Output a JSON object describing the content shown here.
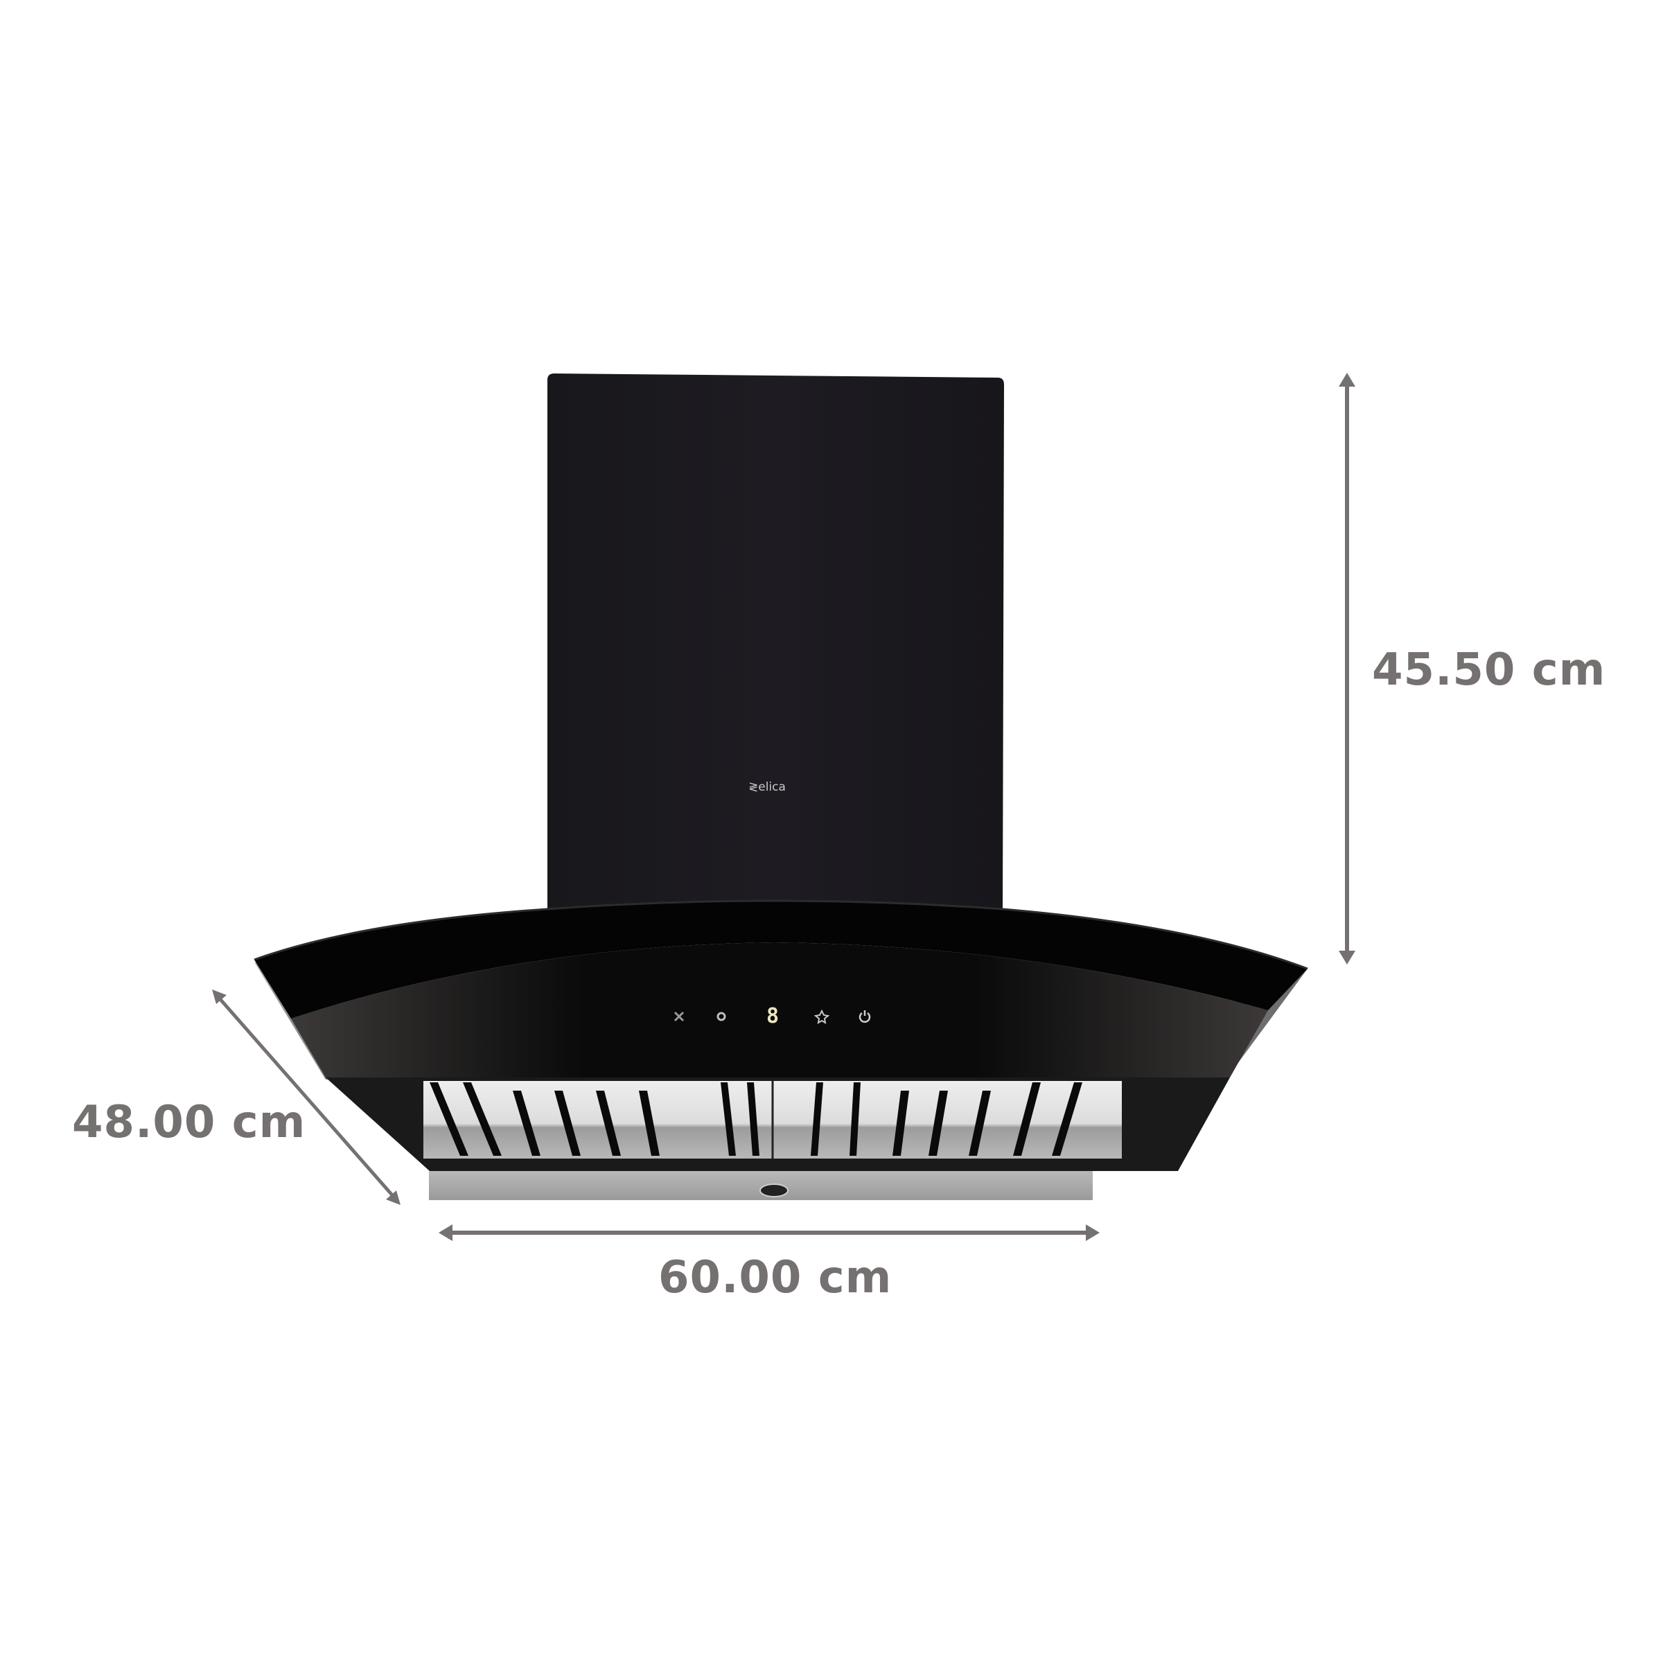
{
  "product": {
    "name": "Chimney kitchen hood",
    "brand_logo": "elica",
    "colors": {
      "chimney": "#1c1b21",
      "glass": "#050505",
      "glass_lower": "#3a3736",
      "steel": "#a7a7a7",
      "filter": "#e4e4e4",
      "dimension": "#757170",
      "display": "#ece6bf"
    },
    "control_panel": {
      "buttons": [
        {
          "icon": "timer-x-icon",
          "glyph": "✕"
        },
        {
          "icon": "fan-speed-icon",
          "glyph": "◦"
        },
        {
          "icon": "light-icon",
          "glyph": "✱"
        },
        {
          "icon": "power-icon",
          "glyph": "⏻"
        }
      ],
      "display_value": "8"
    }
  },
  "dimensions": {
    "height": "45.50 cm",
    "width": "60.00 cm",
    "depth": "48.00 cm"
  }
}
